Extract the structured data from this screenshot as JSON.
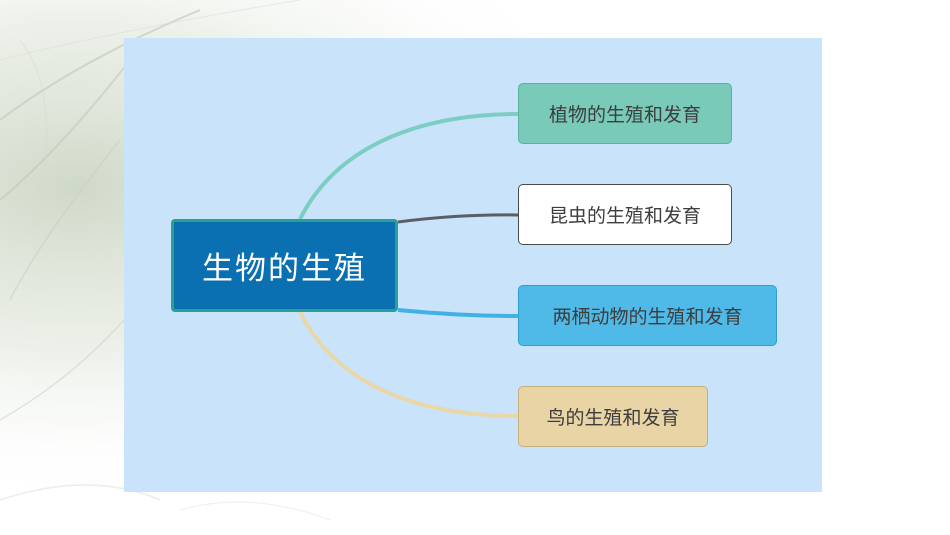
{
  "mindmap": {
    "central": {
      "label": "生物的生殖",
      "color": "#0a70b2"
    },
    "branches": [
      {
        "label": "植物的生殖和发育",
        "color": "#79cab9",
        "line_color": "#7ccdc3"
      },
      {
        "label": "昆虫的生殖和发育",
        "color": "#ffffff",
        "line_color": "#5a5f66"
      },
      {
        "label": "两栖动物的生殖和发育",
        "color": "#4fb9e8",
        "line_color": "#3fb2e4"
      },
      {
        "label": "鸟的生殖和发育",
        "color": "#e8d4a5",
        "line_color": "#ead7a8"
      }
    ]
  },
  "background": {
    "panel_color": "#c9e3fb"
  }
}
